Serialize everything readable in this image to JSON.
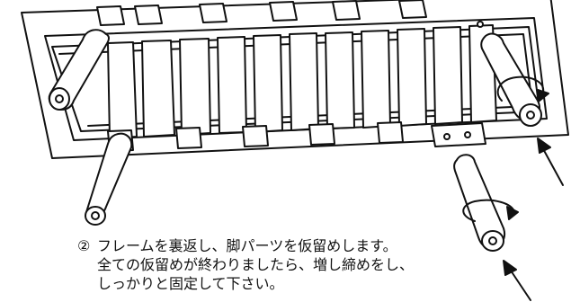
{
  "instructions": {
    "step_number": "②",
    "line1": "フレームを裏返し、脚パーツを仮留めします。",
    "line2": "全ての仮留めが終わりましたら、増し締めをし、",
    "line3": "しっかりと固定して下さい。"
  }
}
